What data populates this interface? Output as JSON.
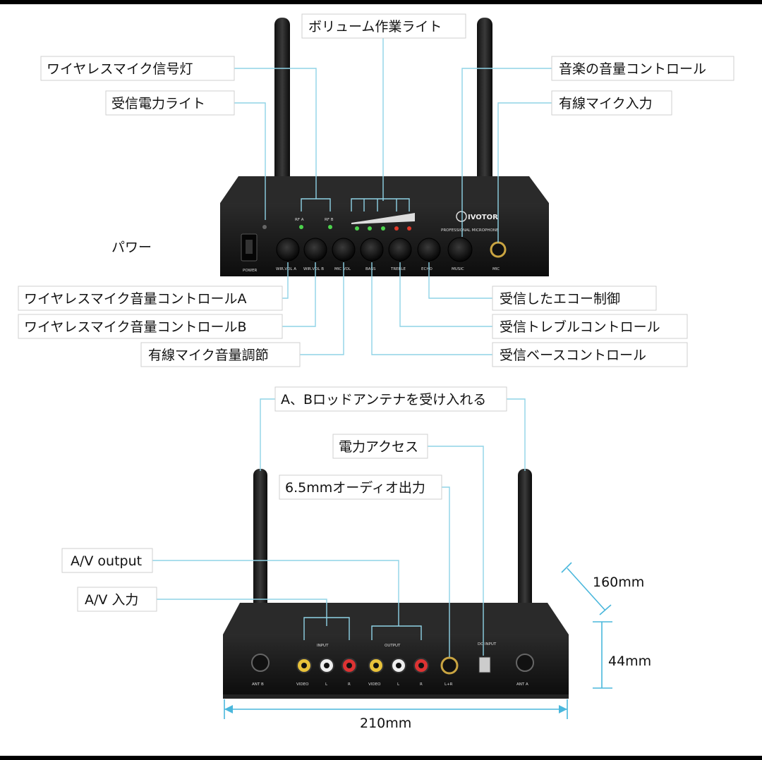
{
  "front_labels": {
    "volume_light": "ボリューム作業ライト",
    "wireless_signal": "ワイヤレスマイク信号灯",
    "receive_power": "受信電力ライト",
    "music_volume": "音楽の音量コントロール",
    "wired_mic_input": "有線マイク入力",
    "power": "パワー",
    "vol_a": "ワイヤレスマイク音量コントロールA",
    "vol_b": "ワイヤレスマイク音量コントロールB",
    "wired_vol": "有線マイク音量調節",
    "echo": "受信したエコー制御",
    "treble": "受信トレブルコントロール",
    "bass": "受信ベースコントロール"
  },
  "rear_labels": {
    "antenna": "A、Bロッドアンテナを受け入れる",
    "power_access": "電力アクセス",
    "audio_out": "6.5mmオーディオ出力",
    "av_output": "A/V output",
    "av_input": "A/V 入力"
  },
  "dimensions": {
    "depth": "160mm",
    "height": "44mm",
    "width": "210mm"
  },
  "device_front": {
    "brand": "IVOTOR",
    "subtitle": "PROFESSIONAL MICROPHONE",
    "rf_a": "RF A",
    "rf_b": "RF B",
    "knobs": [
      "WIR.VOL A",
      "WIR.VOL B",
      "MIC VOL",
      "BASS",
      "TREBLE",
      "ECHO",
      "MUSIC"
    ],
    "power": "POWER",
    "mic": "MIC"
  },
  "device_rear": {
    "input": "INPUT",
    "output": "OUTPUT",
    "dc_input": "DC INPUT",
    "ant_b": "ANT B",
    "ant_a": "ANT A",
    "jacks": [
      "VIDEO",
      "L",
      "R",
      "VIDEO",
      "L",
      "R",
      "L+R"
    ]
  },
  "colors": {
    "leader": "#8fd3e6",
    "dimension": "#4ab7dc",
    "device_body": "#1a1a1a",
    "led_green": "#4cd34c",
    "led_red": "#e23a2a"
  }
}
